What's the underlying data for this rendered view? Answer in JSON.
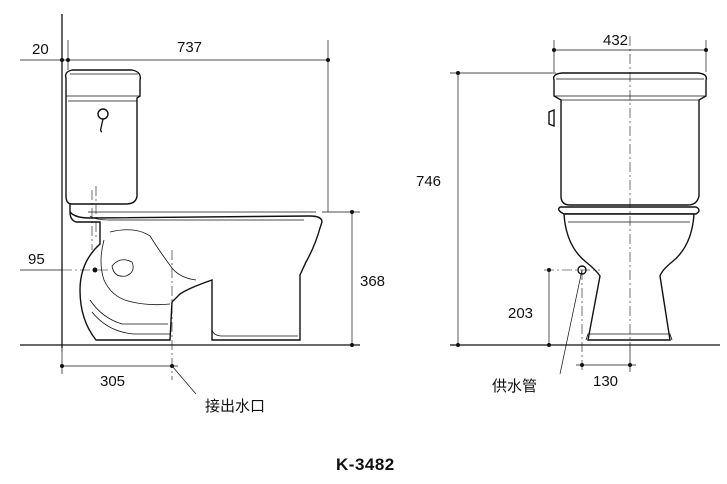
{
  "model": "K-3482",
  "side_view": {
    "dimensions": {
      "top_offset": "20",
      "overall_depth": "737",
      "supply_height_left": "95",
      "seat_height": "368",
      "rough_in": "305"
    },
    "labels": {
      "outlet": "接出水口"
    }
  },
  "front_view": {
    "dimensions": {
      "tank_width": "432",
      "overall_height": "746",
      "supply_height": "203",
      "supply_offset": "130"
    },
    "labels": {
      "supply_pipe": "供水管"
    }
  }
}
